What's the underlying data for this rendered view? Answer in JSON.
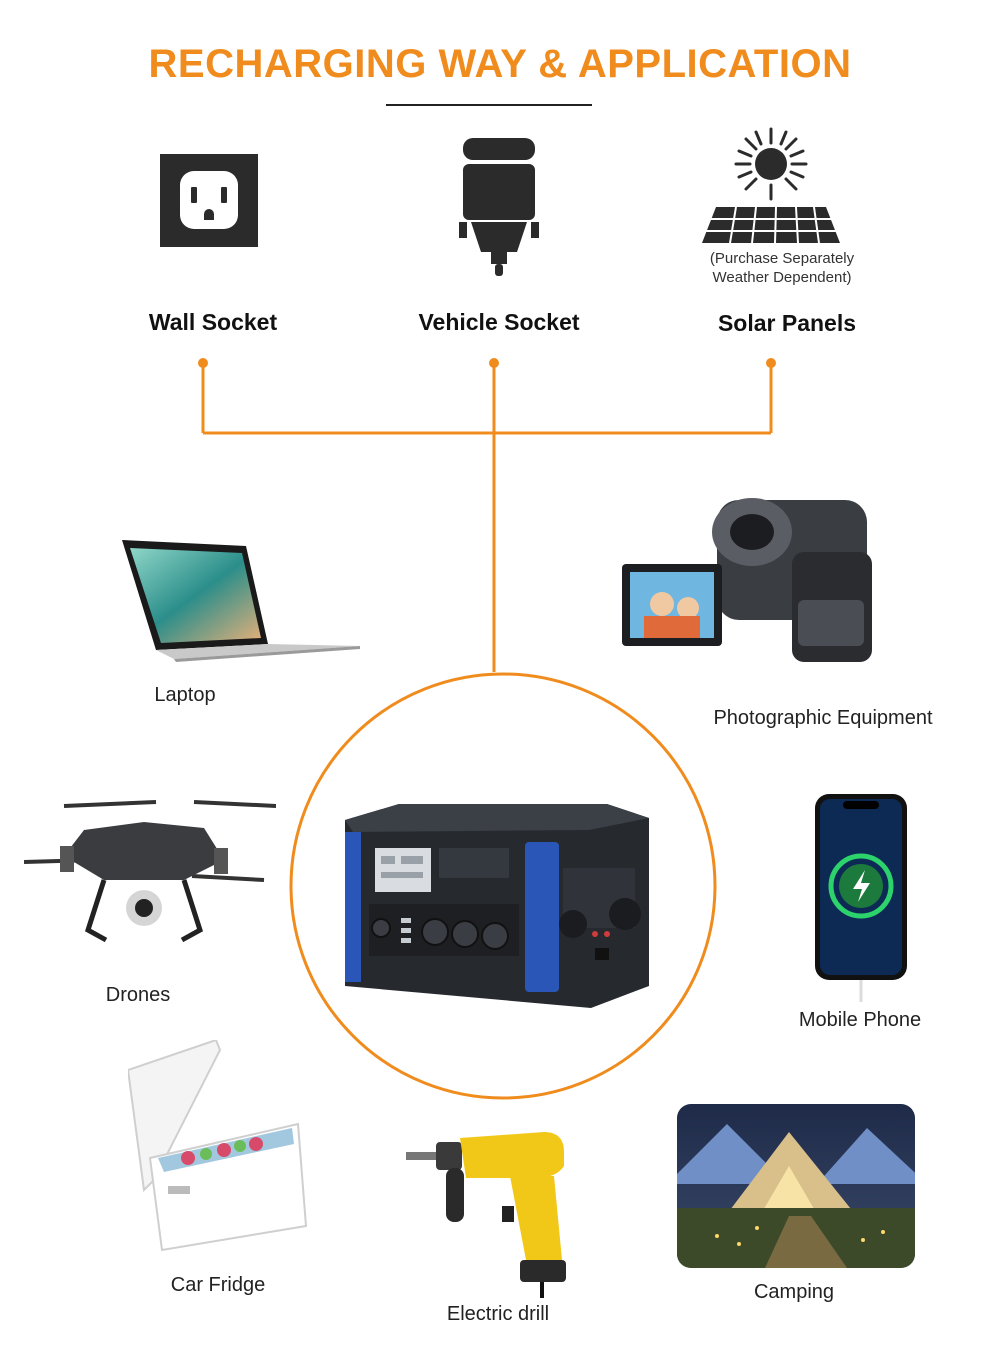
{
  "title": "RECHARGING WAY & APPLICATION",
  "sources": [
    {
      "label": "Wall Socket",
      "icon": "wall-socket-icon"
    },
    {
      "label": "Vehicle Socket",
      "icon": "car-charger-icon"
    },
    {
      "label": "Solar Panels",
      "icon": "solar-panel-icon"
    }
  ],
  "solar_note": {
    "line1": "(Purchase Separately",
    "line2": "Weather Dependent)"
  },
  "applications": {
    "laptop": "Laptop",
    "camera": "Photographic Equipment",
    "drone": "Drones",
    "phone": "Mobile Phone",
    "fridge": "Car Fridge",
    "drill": "Electric drill",
    "camping": "Camping"
  },
  "colors": {
    "accent": "#f08c1e",
    "device_blue": "#2a56b8",
    "device_dark": "#24272c"
  }
}
